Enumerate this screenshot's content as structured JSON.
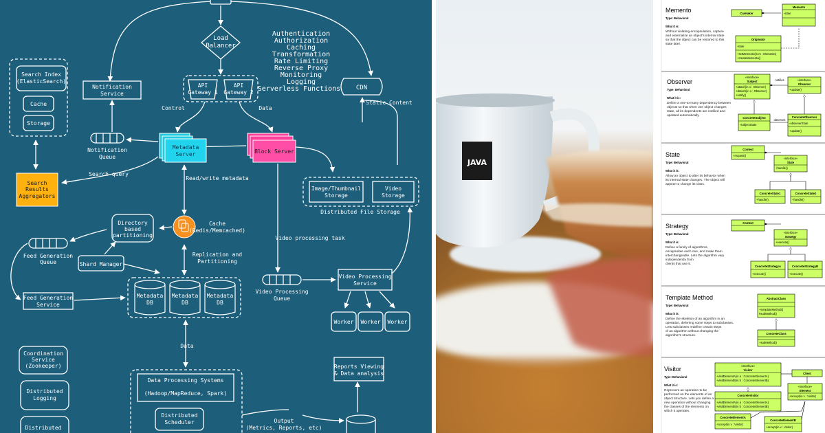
{
  "architecture": {
    "load_balancer": [
      "Load",
      "Balancer"
    ],
    "api_gateway_1": [
      "API",
      "Gateway 1"
    ],
    "api_gateway_2": [
      "API",
      "Gateway 2"
    ],
    "features": [
      "Authentication",
      "Authorization",
      "Caching",
      "Transformation",
      "Rate Limiting",
      "Reverse Proxy",
      "Monitoring",
      "Logging",
      "Serverless Functions"
    ],
    "cdn": "CDN",
    "static_content": "Static Content",
    "control": "Control",
    "data_label": "Data",
    "notification_service": [
      "Notification",
      "Service"
    ],
    "notification_queue": [
      "Notification",
      "Queue"
    ],
    "metadata_server": [
      "Metadata",
      "Server"
    ],
    "block_server": "Block Server",
    "search_index": [
      "Search Index",
      "(ElasticSearch)"
    ],
    "cache": "Cache",
    "storage": "Storage",
    "search_query": "Search query",
    "search_results": [
      "Search",
      "Results",
      "Aggregators"
    ],
    "read_write_metadata": "Read/write metadata",
    "image_storage": [
      "Image/Thumbnail",
      "Storage"
    ],
    "video_storage": [
      "Video",
      "Storage"
    ],
    "distributed_file_storage": "Distributed File Storage",
    "directory_partitioning": [
      "Directory",
      "based",
      "partitioning"
    ],
    "cache_redis": [
      "Cache",
      "(Redis/Memcached)"
    ],
    "feed_generation_queue": [
      "Feed Generation",
      "Queue"
    ],
    "shard_manager": "Shard Manager",
    "replication": [
      "Replication and",
      "Partitioning"
    ],
    "video_processing_task": "Video processing task",
    "feed_generation_service": [
      "Feed Generation",
      "Service"
    ],
    "metadata_db": [
      "Metadata",
      "DB"
    ],
    "video_processing_queue": [
      "Video Processing",
      "Queue"
    ],
    "video_processing_service": [
      "Video Processing",
      "Service"
    ],
    "worker": "Worker",
    "coordination_service": [
      "Coordination",
      "Service",
      "(Zookeeper)"
    ],
    "distributed_logging": [
      "Distributed",
      "Logging"
    ],
    "distributed_bottom": [
      "Distributed"
    ],
    "data_processing_systems": "Data Processing Systems",
    "hadoop": "(Hadoop/MapReduce, Spark)",
    "distributed_scheduler": [
      "Distributed",
      "Scheduler"
    ],
    "reports_viewing": [
      "Reports Viewing",
      "& Data analysis"
    ],
    "output": [
      "Output",
      "(Metrics, Reports, etc)"
    ]
  },
  "photo": {
    "mug_label": "JAVA"
  },
  "patterns": [
    {
      "name": "Memento",
      "type": "Type: Behavioral",
      "what_label": "What it is:",
      "desc": [
        "Without violating encapsulation, capture",
        "and externalize an object's internal state",
        "so that the object can be restored to this",
        "state later."
      ],
      "classes": {
        "caretaker": "Caretaker",
        "memento": "Memento",
        "memento_attr": "-state",
        "originator": "Originator",
        "originator_attr": "-state",
        "originator_ops": [
          "+setMemento(in m : Memento)",
          "+createMemento()"
        ]
      }
    },
    {
      "name": "Observer",
      "type": "Type: Behavioral",
      "what_label": "What it is:",
      "desc": [
        "Define a one-to-many dependency between",
        "objects so that when one object changes",
        "state, all its dependents are notified and",
        "updated automatically."
      ],
      "classes": {
        "subject_stereo": "«interface»",
        "subject": "Subject",
        "subject_ops": [
          "+attach(in o : Observer)",
          "+detach(in o : Observer)",
          "+notify()"
        ],
        "notifies": "notifies",
        "observer_stereo": "«interface»",
        "observer": "Observer",
        "observer_ops": [
          "+update()"
        ],
        "concrete_subject": "ConcreteSubject",
        "concrete_subject_attr": "-subjectState",
        "observes": "observes",
        "concrete_observer": "ConcreteObserver",
        "concrete_observer_attr": "-observerState",
        "concrete_observer_ops": [
          "+update()"
        ]
      }
    },
    {
      "name": "State",
      "type": "Type: Behavioral",
      "what_label": "What it is:",
      "desc": [
        "Allow an object to alter its behavior when",
        "its internal state changes. The object will",
        "appear to change its class."
      ],
      "classes": {
        "context": "Context",
        "context_ops": [
          "+request()"
        ],
        "state_stereo": "«interface»",
        "state": "State",
        "state_ops": [
          "+handle()"
        ],
        "concrete1": "ConcreteState1",
        "concrete1_ops": [
          "+handle()"
        ],
        "concrete2": "ConcreteState2",
        "concrete2_ops": [
          "+handle()"
        ]
      }
    },
    {
      "name": "Strategy",
      "type": "Type: Behavioral",
      "what_label": "What it is:",
      "desc": [
        "Define a family of algorithms,",
        "encapsulate each one, and make them",
        "interchangeable. Lets the algorithm vary",
        "independently from",
        "clients that use it."
      ],
      "classes": {
        "context": "Context",
        "strategy_stereo": "«interface»",
        "strategy": "Strategy",
        "strategy_ops": [
          "+execute()"
        ],
        "a": "ConcreteStrategyA",
        "a_ops": [
          "+execute()"
        ],
        "b": "ConcreteStrategyB",
        "b_ops": [
          "+execute()"
        ]
      }
    },
    {
      "name": "Template Method",
      "type": "Type: Behavioral",
      "what_label": "What it is:",
      "desc": [
        "Define the skeleton of an algorithm in an",
        "operation, deferring some steps to subclasses.",
        "Lets subclasses redefine certain steps",
        "of an algorithm without changing the",
        "algorithm's structure."
      ],
      "classes": {
        "abstract": "AbstractClass",
        "abstract_ops": [
          "+templateMethod()",
          "#subMethod()"
        ],
        "concrete": "ConcreteClass",
        "concrete_ops": [
          "+subMethod()"
        ]
      }
    },
    {
      "name": "Visitor",
      "type": "Type: Behavioral",
      "what_label": "What it is:",
      "desc": [
        "Represent an operation to be",
        "performed on the elements of an",
        "object structure. Lets you define a",
        "new operation without changing",
        "the classes of the elements on",
        "which it operates."
      ],
      "classes": {
        "visitor_stereo": "«interface»",
        "visitor": "Visitor",
        "visitor_ops": [
          "+visitElementA(in a : ConcreteElementA)",
          "+visitElementB(in b : ConcreteElementB)"
        ],
        "client": "Client",
        "element_stereo": "«interface»",
        "element": "Element",
        "element_ops": [
          "+accept(in v : Visitor)"
        ],
        "concrete_visitor": "ConcreteVisitor",
        "concrete_visitor_ops": [
          "+visitElementA(in a : ConcreteElementA)",
          "+visitElementB(in b : ConcreteElementB)"
        ],
        "element_a": "ConcreteElementA",
        "element_a_ops": [
          "+accept(in v : Visitor)"
        ],
        "element_b": "ConcreteElementB",
        "element_b_ops": [
          "+accept(in v : Visitor)"
        ]
      }
    }
  ]
}
